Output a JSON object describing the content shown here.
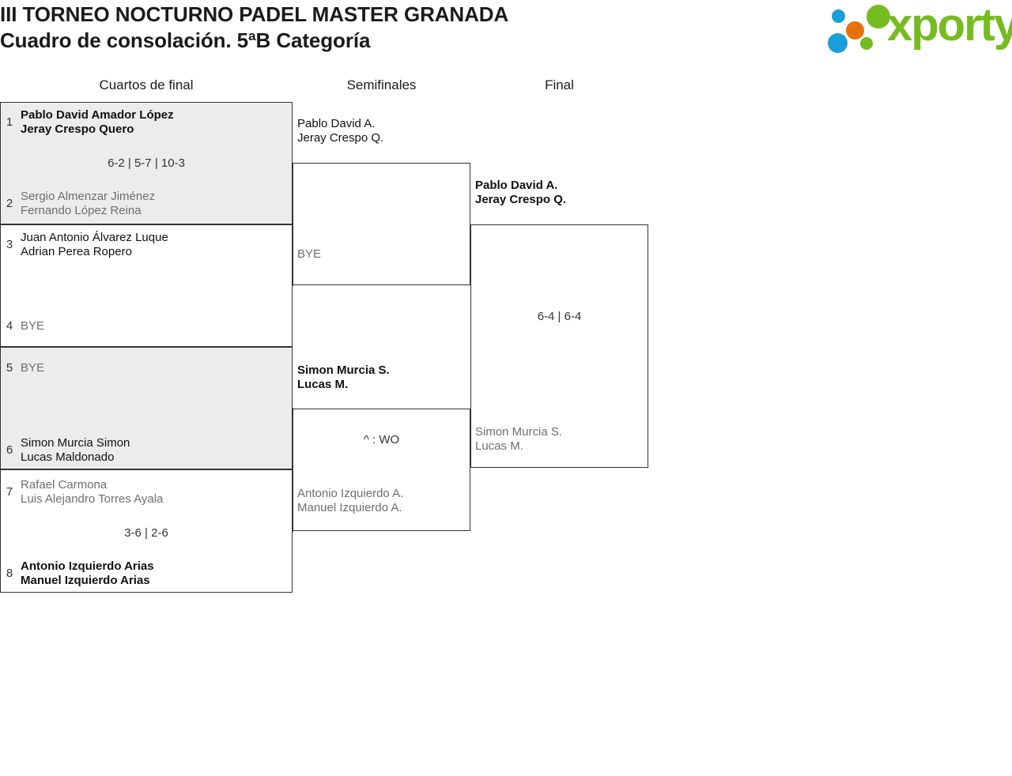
{
  "header": {
    "title_line1": "III TORNEO NOCTURNO PADEL MASTER GRANADA",
    "title_line2": "Cuadro de consolación. 5ªB Categoría",
    "logo_text": "xporty",
    "logo_colors": {
      "green": "#76bc21",
      "blue": "#1b9dd9",
      "orange": "#e8710a"
    }
  },
  "rounds": [
    {
      "name": "round-quarterfinals",
      "label": "Cuartos de final"
    },
    {
      "name": "round-semifinals",
      "label": "Semifinales"
    },
    {
      "name": "round-final",
      "label": "Final"
    }
  ],
  "quarterfinals": [
    {
      "top_seed": "1",
      "top_line1": "Pablo David Amador López",
      "top_line2": "Jeray Crespo Quero",
      "top_state": "winner",
      "bottom_seed": "2",
      "bottom_line1": "Sergio Almenzar Jiménez",
      "bottom_line2": "Fernando López Reina",
      "bottom_state": "loser",
      "score": "6-2 | 5-7 | 10-3"
    },
    {
      "top_seed": "3",
      "top_line1": "Juan Antonio Álvarez Luque",
      "top_line2": "Adrian Perea Ropero",
      "top_state": "plainwin",
      "bottom_seed": "4",
      "bottom_line1": "BYE",
      "bottom_line2": "",
      "bottom_state": "loser",
      "score": ""
    },
    {
      "top_seed": "5",
      "top_line1": "BYE",
      "top_line2": "",
      "top_state": "loser",
      "bottom_seed": "6",
      "bottom_line1": "Simon Murcia Simon",
      "bottom_line2": "Lucas Maldonado",
      "bottom_state": "plainwin",
      "score": ""
    },
    {
      "top_seed": "7",
      "top_line1": "Rafael Carmona",
      "top_line2": "Luis Alejandro Torres Ayala",
      "top_state": "loser",
      "bottom_seed": "8",
      "bottom_line1": "Antonio Izquierdo Arias",
      "bottom_line2": "Manuel Izquierdo Arias",
      "bottom_state": "winner",
      "score": "3-6 | 2-6"
    }
  ],
  "semifinals": [
    {
      "top_line1": "Pablo David A.",
      "top_line2": "Jeray Crespo Q.",
      "top_state": "plainwin",
      "bottom_line1": "BYE",
      "bottom_line2": "",
      "bottom_state": "loser",
      "score": ""
    },
    {
      "top_line1": "Simon Murcia S.",
      "top_line2": "Lucas M.",
      "top_state": "winner",
      "bottom_line1": "Antonio Izquierdo A.",
      "bottom_line2": "Manuel Izquierdo A.",
      "bottom_state": "loser",
      "score": "^ : WO"
    }
  ],
  "final": [
    {
      "top_line1": "Pablo David A.",
      "top_line2": "Jeray Crespo Q.",
      "top_state": "winner",
      "bottom_line1": "Simon Murcia S.",
      "bottom_line2": "Lucas M.",
      "bottom_state": "loser",
      "score": "6-4 | 6-4"
    }
  ]
}
